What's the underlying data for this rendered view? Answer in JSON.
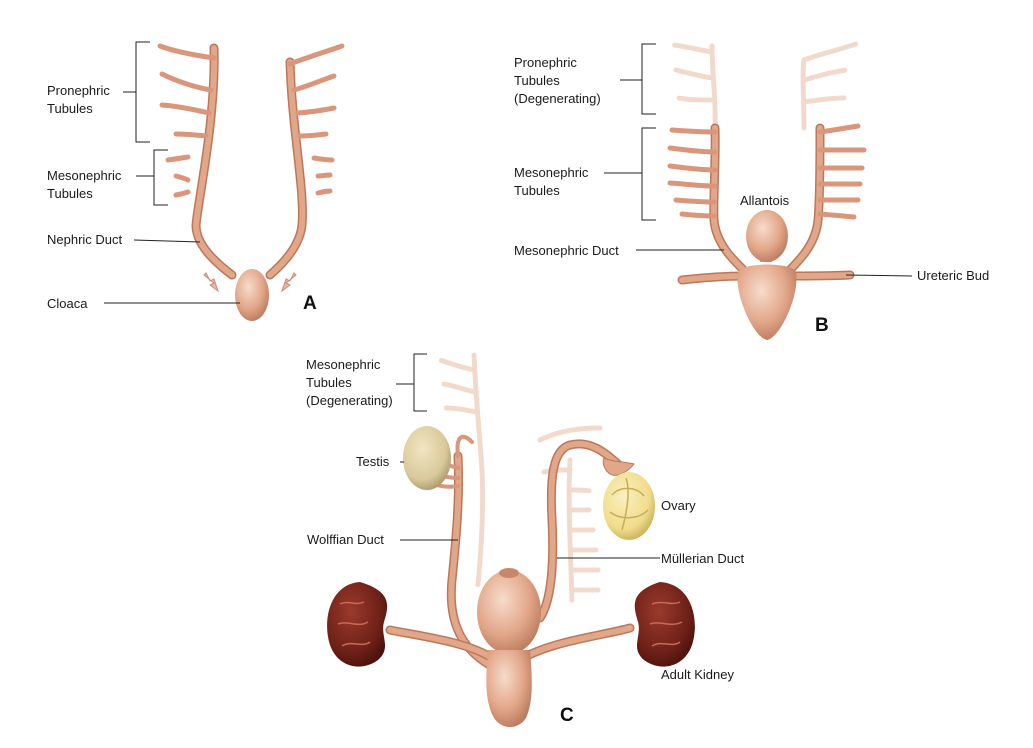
{
  "panels": {
    "a": {
      "letter": "A",
      "labels": {
        "pronephric_1": "Pronephric",
        "pronephric_2": "Tubules",
        "mesonephric_1": "Mesonephric",
        "mesonephric_2": "Tubules",
        "nephric_duct": "Nephric Duct",
        "cloaca": "Cloaca"
      }
    },
    "b": {
      "letter": "B",
      "labels": {
        "pronephric_1": "Pronephric",
        "pronephric_2": "Tubules",
        "pronephric_3": "(Degenerating)",
        "mesonephric_1": "Mesonephric",
        "mesonephric_2": "Tubules",
        "allantois": "Allantois",
        "mesonephric_duct": "Mesonephric Duct",
        "ureteric_bud": "Ureteric Bud"
      }
    },
    "c": {
      "letter": "C",
      "labels": {
        "mesonephric_1": "Mesonephric",
        "mesonephric_2": "Tubules",
        "mesonephric_3": "(Degenerating)",
        "testis": "Testis",
        "wolffian_duct": "Wolffian Duct",
        "ovary": "Ovary",
        "mullerian_duct": "Müllerian Duct",
        "adult_kidney": "Adult Kidney"
      }
    }
  },
  "colors": {
    "tissue": "#e2a689",
    "tissue_dark": "#b9785c",
    "tissue_light": "#f3d3c0",
    "degenerating": "#f1d9cc",
    "kidney": "#6e2018",
    "kidney_light": "#9a3a2c",
    "testis": "#d9c99a",
    "ovary": "#f0dc8a",
    "leader_line": "#222222"
  }
}
